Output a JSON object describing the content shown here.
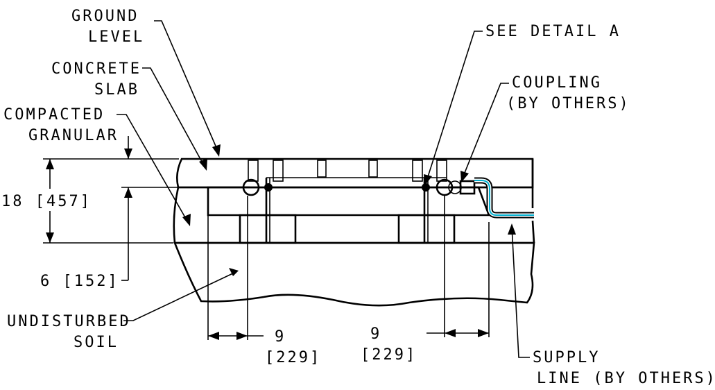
{
  "labels": {
    "ground_level": [
      "GROUND",
      "LEVEL"
    ],
    "concrete_slab": [
      "CONCRETE",
      "SLAB"
    ],
    "compacted_granular": [
      "COMPACTED",
      "GRANULAR"
    ],
    "see_detail": "SEE DETAIL A",
    "coupling": [
      "COUPLING",
      "(BY OTHERS)"
    ],
    "undisturbed_soil": [
      "UNDISTURBED",
      "SOIL"
    ],
    "supply_line": [
      "SUPPLY",
      "LINE (BY OTHERS)"
    ]
  },
  "dimensions": {
    "overall_depth": "18 [457]",
    "granular_depth": "6 [152]",
    "left_offset": [
      "9",
      "[229]"
    ],
    "right_offset": [
      "9",
      "[229]"
    ]
  },
  "colors": {
    "line": "#000000",
    "supply_pipe": "#00b0d0",
    "background": "#ffffff"
  }
}
